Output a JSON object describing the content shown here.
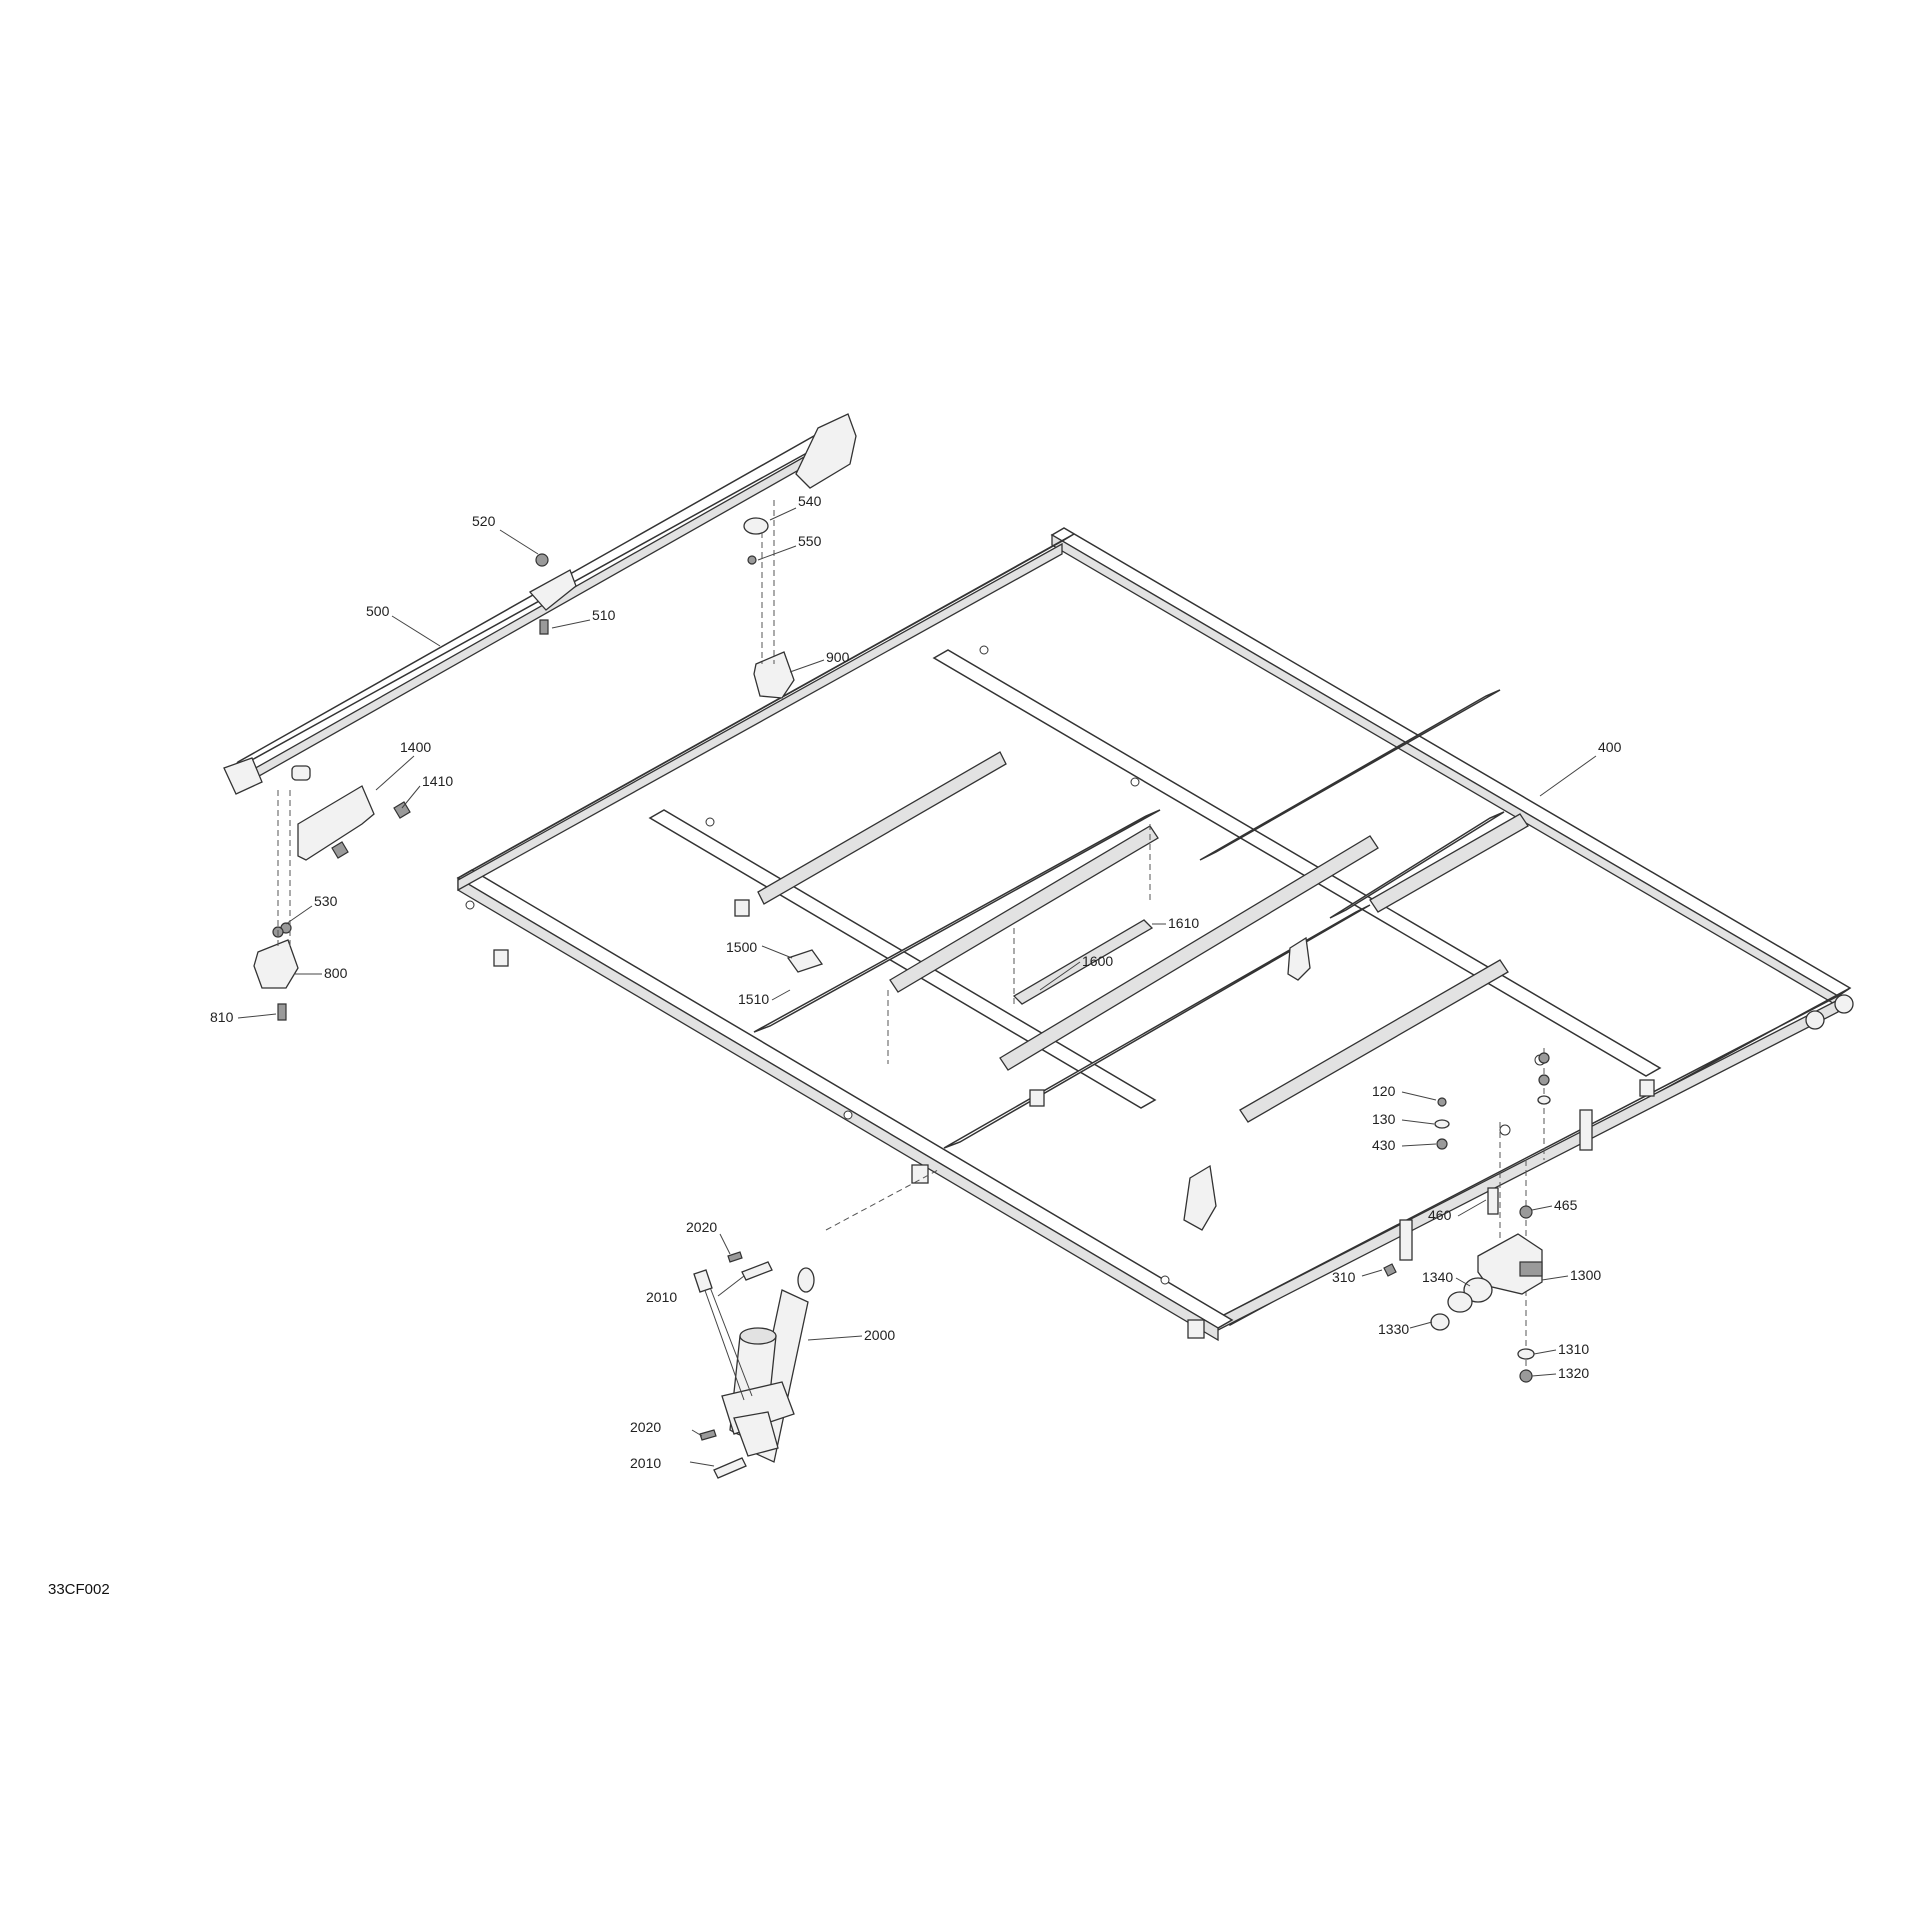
{
  "figure": {
    "id": "33CF002"
  },
  "callouts": [
    {
      "id": "c520",
      "text": "520"
    },
    {
      "id": "c540",
      "text": "540"
    },
    {
      "id": "c550",
      "text": "550"
    },
    {
      "id": "c500",
      "text": "500"
    },
    {
      "id": "c510",
      "text": "510"
    },
    {
      "id": "c900",
      "text": "900"
    },
    {
      "id": "c1400",
      "text": "1400"
    },
    {
      "id": "c1410",
      "text": "1410"
    },
    {
      "id": "c530",
      "text": "530"
    },
    {
      "id": "c800",
      "text": "800"
    },
    {
      "id": "c810",
      "text": "810"
    },
    {
      "id": "c400",
      "text": "400"
    },
    {
      "id": "c1500",
      "text": "1500"
    },
    {
      "id": "c1510",
      "text": "1510"
    },
    {
      "id": "c1600",
      "text": "1600"
    },
    {
      "id": "c1610",
      "text": "1610"
    },
    {
      "id": "c120",
      "text": "120"
    },
    {
      "id": "c130",
      "text": "130"
    },
    {
      "id": "c430",
      "text": "430"
    },
    {
      "id": "c460",
      "text": "460"
    },
    {
      "id": "c465",
      "text": "465"
    },
    {
      "id": "c310",
      "text": "310"
    },
    {
      "id": "c1340",
      "text": "1340"
    },
    {
      "id": "c1300",
      "text": "1300"
    },
    {
      "id": "c1330",
      "text": "1330"
    },
    {
      "id": "c1310",
      "text": "1310"
    },
    {
      "id": "c1320",
      "text": "1320"
    },
    {
      "id": "c2020a",
      "text": "2020"
    },
    {
      "id": "c2010a",
      "text": "2010"
    },
    {
      "id": "c2000",
      "text": "2000"
    },
    {
      "id": "c2020b",
      "text": "2020"
    },
    {
      "id": "c2010b",
      "text": "2010"
    }
  ]
}
